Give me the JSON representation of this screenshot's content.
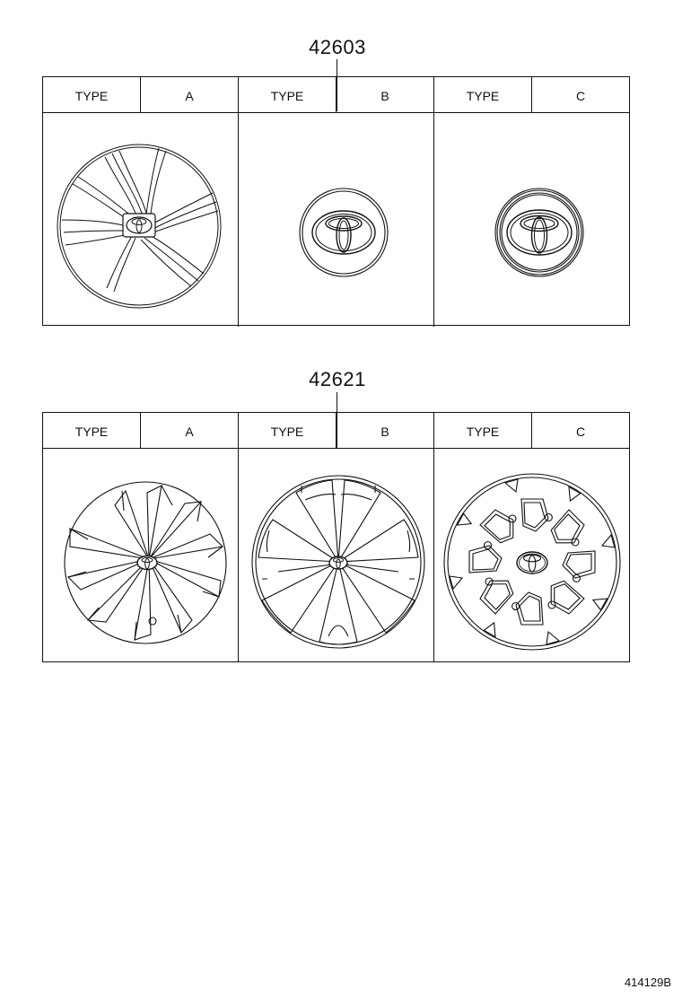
{
  "groups": [
    {
      "part_number": "42603",
      "columns": [
        {
          "type_label": "TYPE",
          "type_value": "A",
          "illustration": "wheel-cover-5-spoke-icon"
        },
        {
          "type_label": "TYPE",
          "type_value": "B",
          "illustration": "center-cap-flat-icon"
        },
        {
          "type_label": "TYPE",
          "type_value": "C",
          "illustration": "center-cap-domed-icon"
        }
      ]
    },
    {
      "part_number": "42621",
      "columns": [
        {
          "type_label": "TYPE",
          "type_value": "A",
          "illustration": "wheel-cap-twisted-spoke-icon"
        },
        {
          "type_label": "TYPE",
          "type_value": "B",
          "illustration": "wheel-cap-v-spoke-icon"
        },
        {
          "type_label": "TYPE",
          "type_value": "C",
          "illustration": "wheel-cap-window-pattern-icon"
        }
      ]
    }
  ],
  "diagram_id": "414129B"
}
